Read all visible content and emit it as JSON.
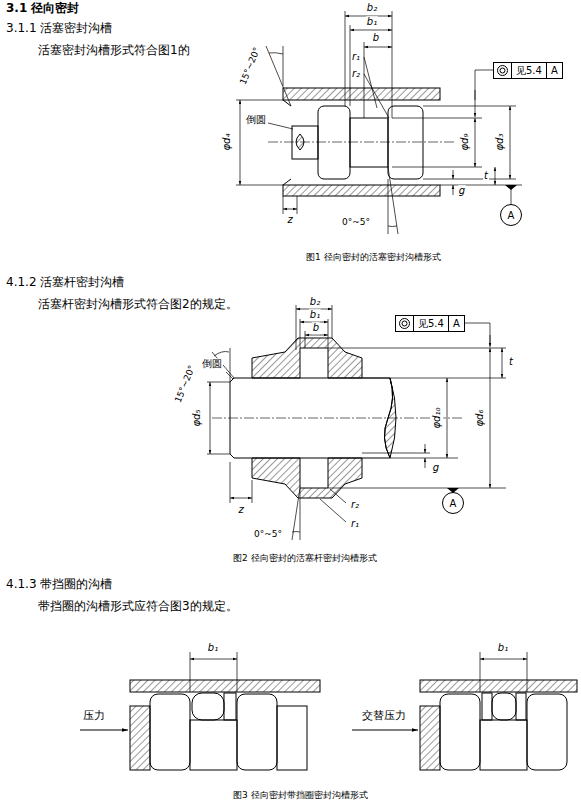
{
  "diagram": {
    "title": "3.1 径向密封",
    "nodes": [
      {
        "text": [
          "见5.4",
          "A"
        ]
      },
      {
        "text": [
          "A"
        ]
      },
      {
        "text": [
          "见5.4",
          "A"
        ]
      },
      {
        "text": [
          "A"
        ]
      }
    ],
    "labels": [
      "3.1.1 活塞密封沟槽",
      "活塞密封沟槽形式符合图1的",
      "b₂",
      "b₁",
      "b",
      "r₁",
      "r₂",
      "15°~20°",
      "倒圆",
      "φd₄",
      "φd₉",
      "φd₃",
      "g",
      "t",
      "z",
      "0°~5°",
      "图1 径向密封的活塞密封沟槽形式",
      "4.1.2 活塞杆密封沟槽",
      "活塞杆密封沟槽形式符合图2的规定。",
      "b₂",
      "b₁",
      "b",
      "15°~20°",
      "倒圆",
      "t",
      "φd₅",
      "φd₁₀",
      "φd₆",
      "g",
      "z",
      "r₂",
      "r₁",
      "0°~5°",
      "图2 径向密封的活塞杆密封沟槽形式",
      "4.1.3 带挡圈的沟槽",
      "带挡圈的沟槽形式应符合图3的规定。",
      "b₁",
      "压力",
      "b₁",
      "交替压力",
      "图3 径向密封带挡圈密封沟槽形式"
    ]
  }
}
